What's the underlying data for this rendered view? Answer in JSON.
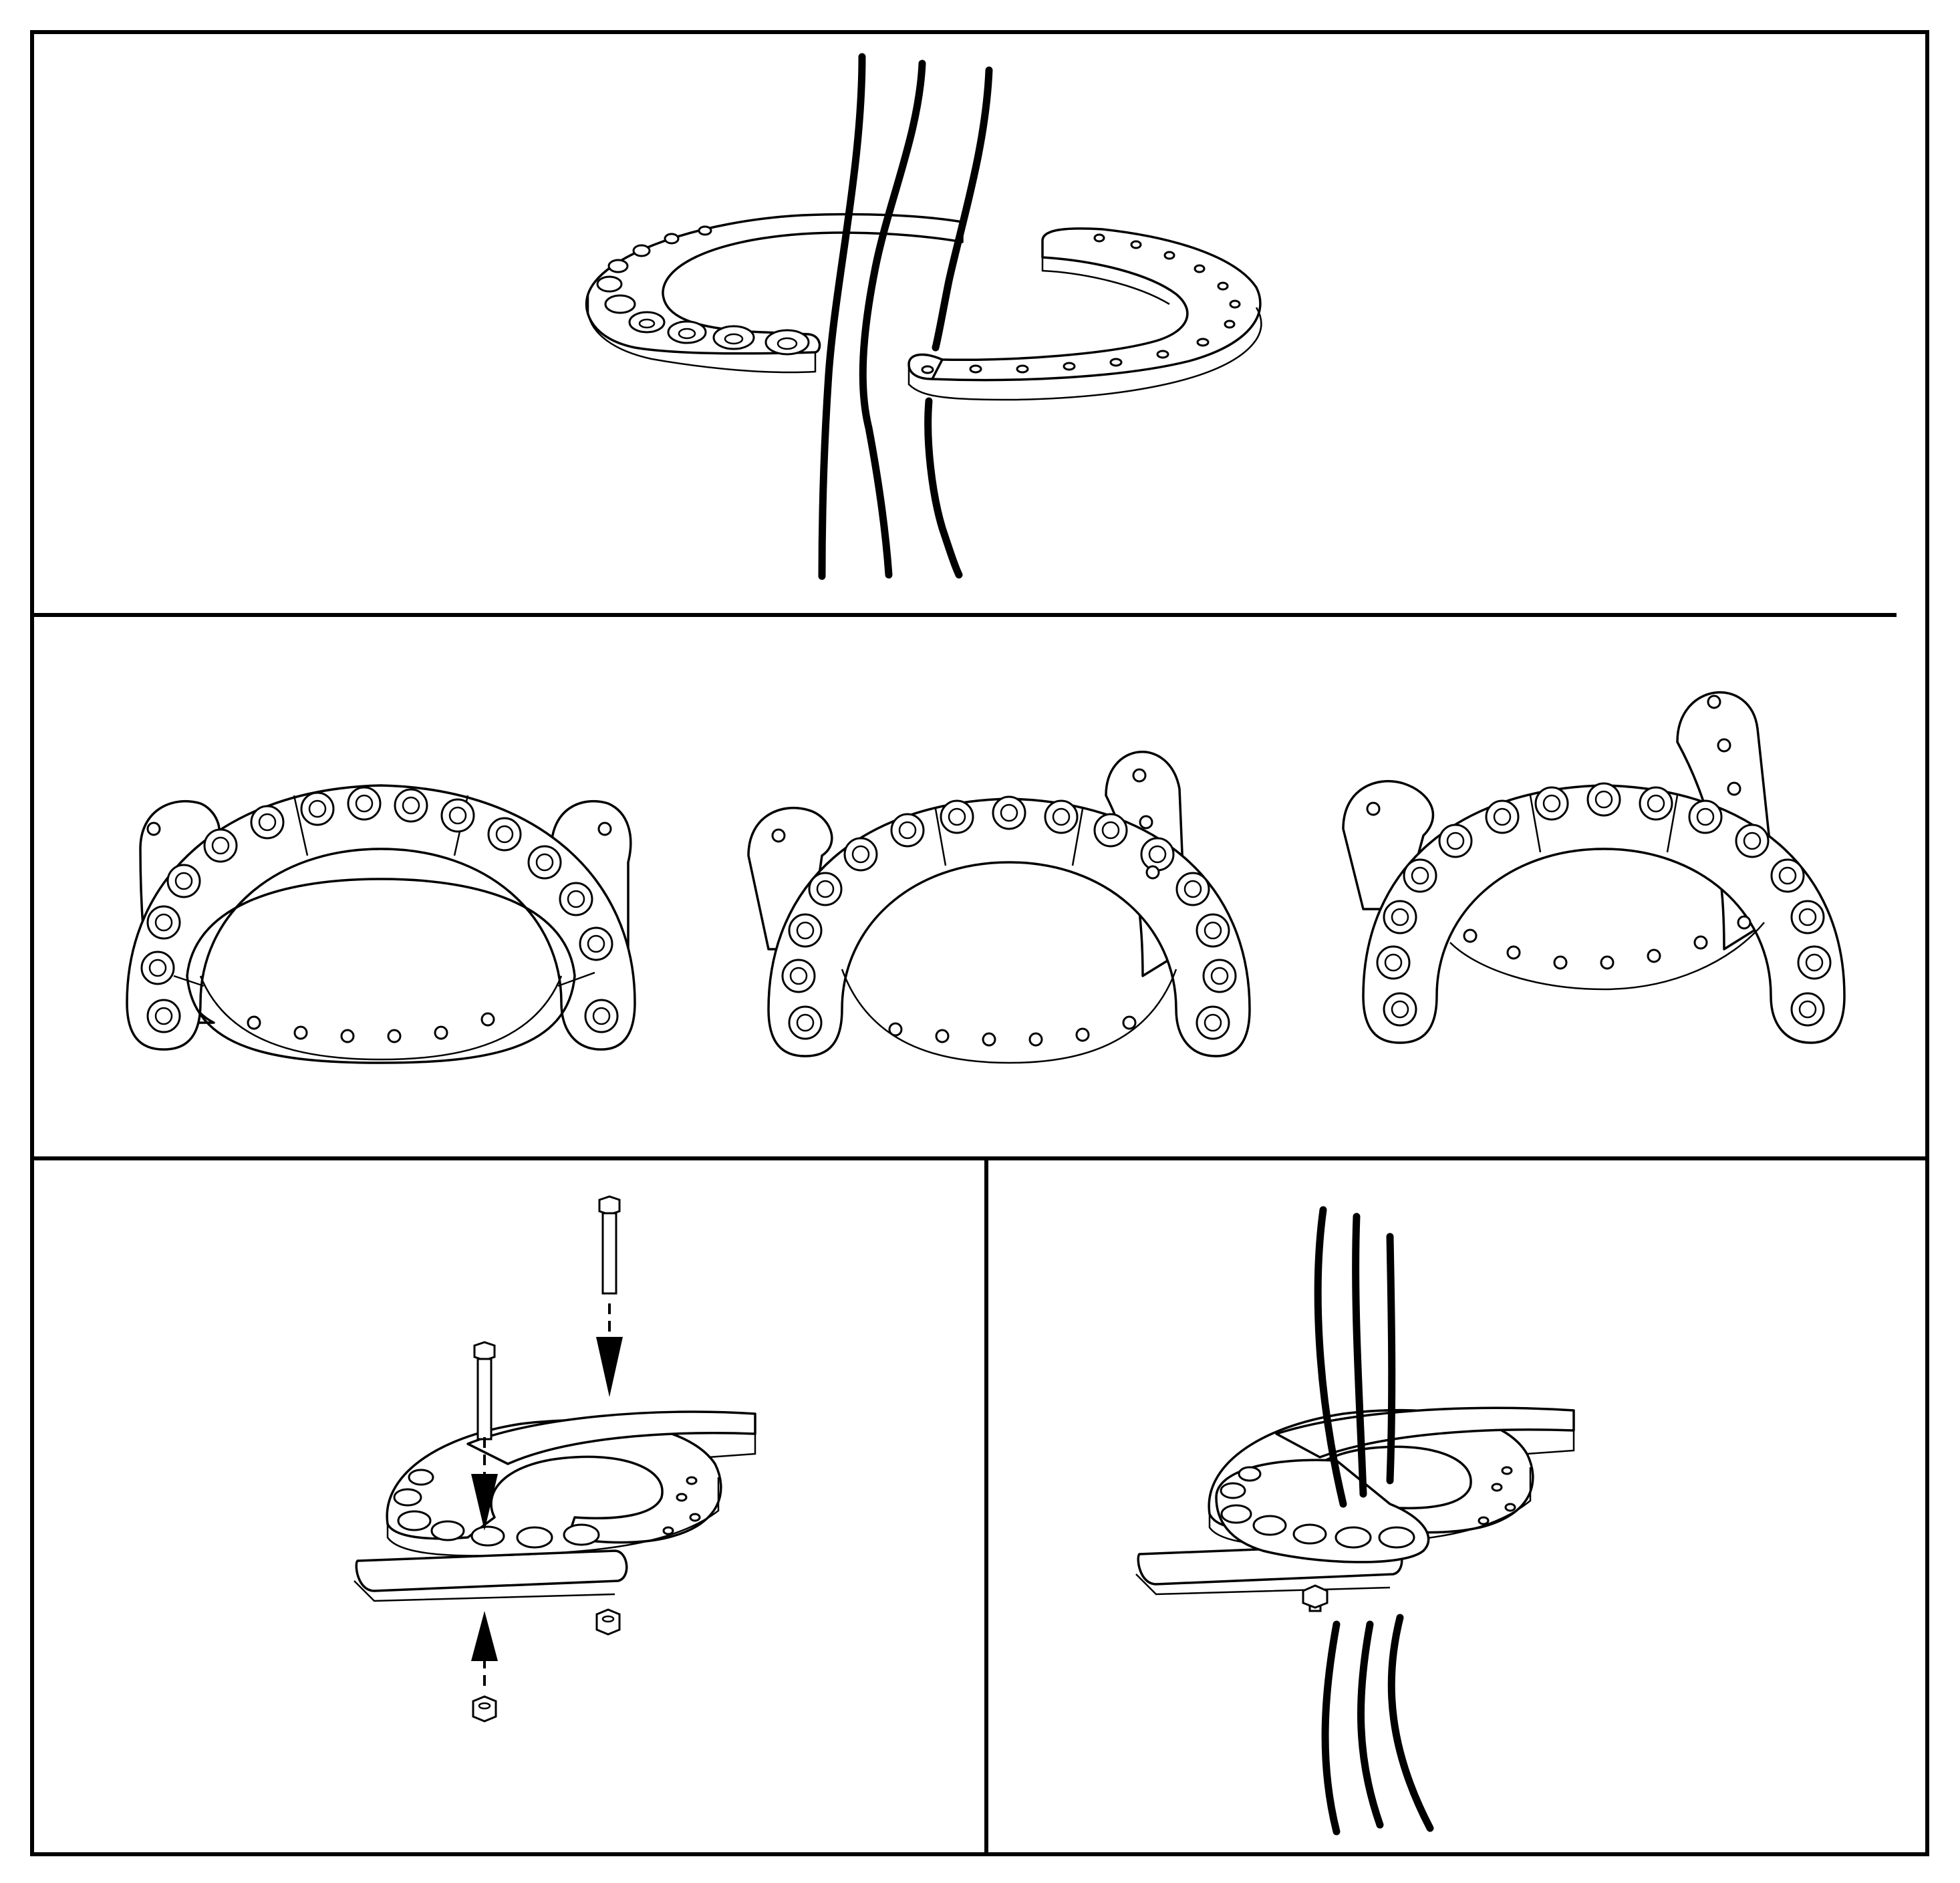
{
  "figure": {
    "kind": "assembly-instruction-diagram",
    "panels": [
      {
        "id": "step-1",
        "description_icon": "split-ring-around-cables"
      },
      {
        "id": "step-2",
        "description_icon": "ring-configuration-variants"
      },
      {
        "id": "step-3",
        "description_icon": "bolt-insertion"
      },
      {
        "id": "step-4",
        "description_icon": "assembled-ring-on-cables"
      }
    ],
    "colors": {
      "line": "#000000",
      "background": "#ffffff"
    }
  }
}
